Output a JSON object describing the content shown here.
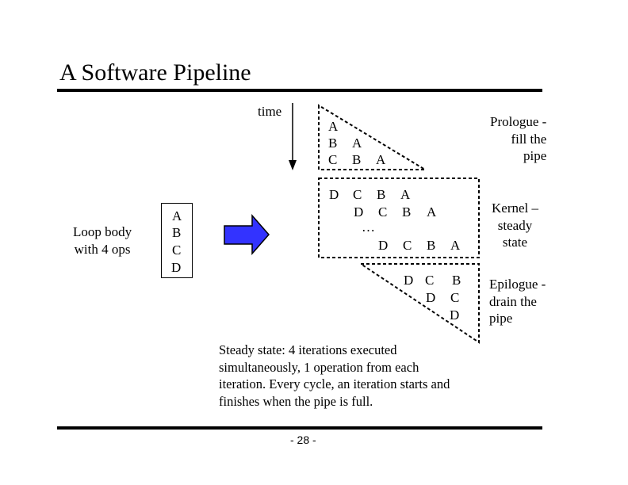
{
  "title": "A Software Pipeline",
  "time_label": "time",
  "loop_label": "Loop body\nwith 4 ops",
  "loop_ops": [
    "A",
    "B",
    "C",
    "D"
  ],
  "prologue": {
    "label": "Prologue -\nfill the\npipe",
    "rows": [
      [
        "A"
      ],
      [
        "B",
        "A"
      ],
      [
        "C",
        "B",
        "A"
      ]
    ]
  },
  "kernel": {
    "label": "Kernel –\nsteady\nstate",
    "rows": [
      [
        "D",
        "C",
        "B",
        "A"
      ],
      [
        "D",
        "C",
        "B",
        "A"
      ],
      [
        "…"
      ],
      [
        "D",
        "C",
        "B",
        "A"
      ]
    ]
  },
  "epilogue": {
    "label": "Epilogue -\ndrain the\npipe",
    "rows": [
      [
        "D",
        "C",
        "B"
      ],
      [
        "D",
        "C"
      ],
      [
        "D"
      ]
    ]
  },
  "steady_state_text": "Steady state: 4 iterations executed simultaneously, 1 operation from each iteration.  Every cycle, an iteration starts and finishes when the pipe is full.",
  "page_number": "- 28 -",
  "colors": {
    "arrow_fill": "#3333ff",
    "arrow_stroke": "#000000"
  }
}
